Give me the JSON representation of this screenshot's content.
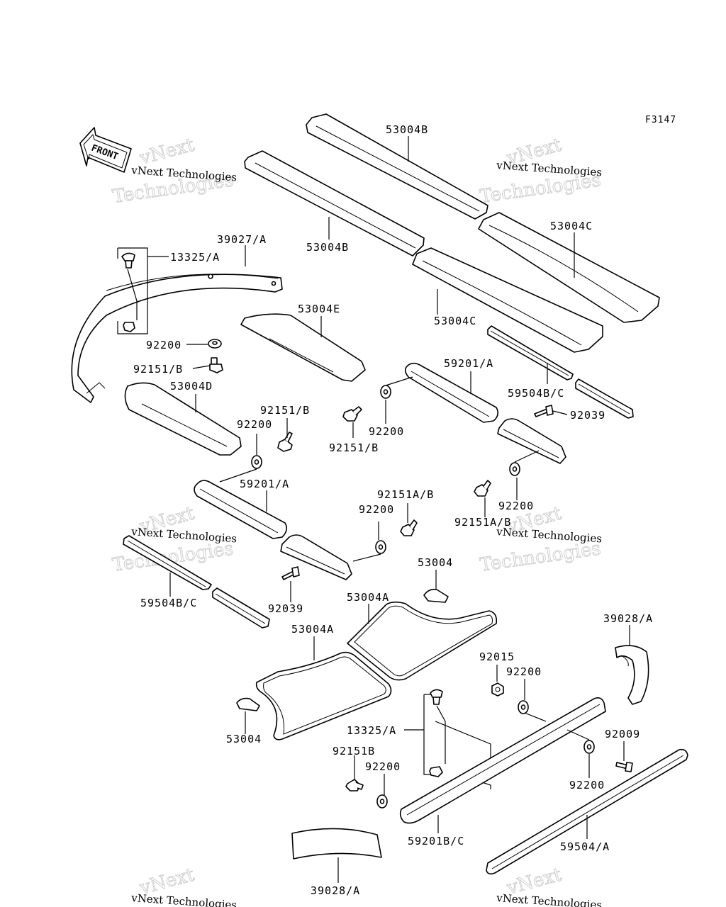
{
  "figure_code": "F3147",
  "front_label": "FRONT",
  "watermark": {
    "small": "vNext Technologies",
    "big_top": "vNext",
    "big_bottom": "Technologies"
  },
  "callouts": {
    "c53004B_top": "53004B",
    "c53004B_left": "53004B",
    "c53004C_right": "53004C",
    "c53004C_mid": "53004C",
    "c53004E": "53004E",
    "c53004D": "53004D",
    "c39027A": "39027/A",
    "c13325A_top": "13325/A",
    "c92200_top": "92200",
    "c92151B_top": "92151/B",
    "c92151B_mid": "92151/B",
    "c92200_mid": "92200",
    "c59201A_left": "59201/A",
    "c59201A_right": "59201/A",
    "c92151B_right": "92151/B",
    "c92200_right_a": "92200",
    "c59504BC_right": "59504B/C",
    "c92039_right": "92039",
    "c92151AB_mid": "92151A/B",
    "c92200_center": "92200",
    "c92151AB_right": "92151A/B",
    "c92200_right_b": "92200",
    "c59504BC_left": "59504B/C",
    "c92039_left": "92039",
    "c53004_top": "53004",
    "c53004A_right": "53004A",
    "c53004A_left": "53004A",
    "c53004_bottom": "53004",
    "c39028A_right": "39028/A",
    "c92015": "92015",
    "c92200_lower_a": "92200",
    "c13325A_bottom": "13325/A",
    "c92151B_lower": "92151B",
    "c92200_lower_b": "92200",
    "c92009": "92009",
    "c92200_lower_c": "92200",
    "c59201BC": "59201B/C",
    "c59504A": "59504/A",
    "c39028A_bottom": "39028/A"
  }
}
